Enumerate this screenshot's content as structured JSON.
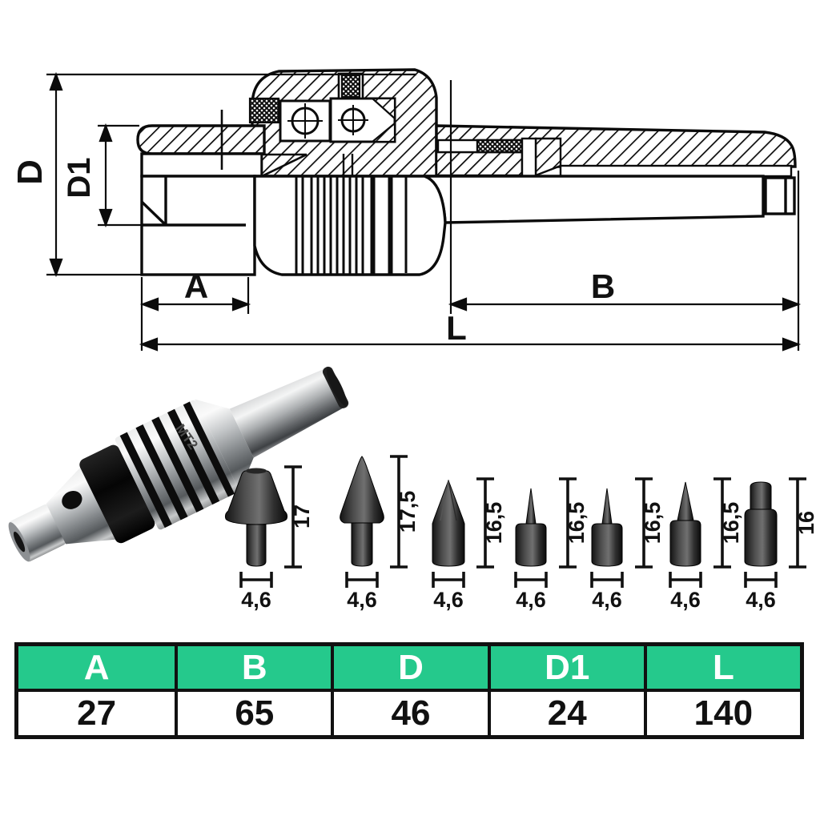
{
  "drawing": {
    "dim_d": "D",
    "dim_d1": "D1",
    "dim_a": "A",
    "dim_b": "B",
    "dim_l": "L"
  },
  "photo": {
    "marking": "MT2"
  },
  "tips": [
    {
      "shape": "flat-cone-tip",
      "height": "17",
      "width": "4,6"
    },
    {
      "shape": "sharp-cone-tip",
      "height": "17,5",
      "width": "4,6"
    },
    {
      "shape": "bullet-point-tip",
      "height": "16,5",
      "width": "4,6"
    },
    {
      "shape": "small-point-tip",
      "height": "16,5",
      "width": "4,6"
    },
    {
      "shape": "small-point-tip",
      "height": "16,5",
      "width": "4,6"
    },
    {
      "shape": "needle-point-tip",
      "height": "16,5",
      "width": "4,6"
    },
    {
      "shape": "stepped-cylinder-tip",
      "height": "16",
      "width": "4,6"
    }
  ],
  "table": {
    "headers": [
      "A",
      "B",
      "D",
      "D1",
      "L"
    ],
    "values": [
      "27",
      "65",
      "46",
      "24",
      "140"
    ]
  },
  "colors": {
    "table_header_bg": "#25c98c",
    "table_header_text": "#ffffff",
    "table_border": "#111111",
    "drawing_ink": "#0b0b0b"
  }
}
